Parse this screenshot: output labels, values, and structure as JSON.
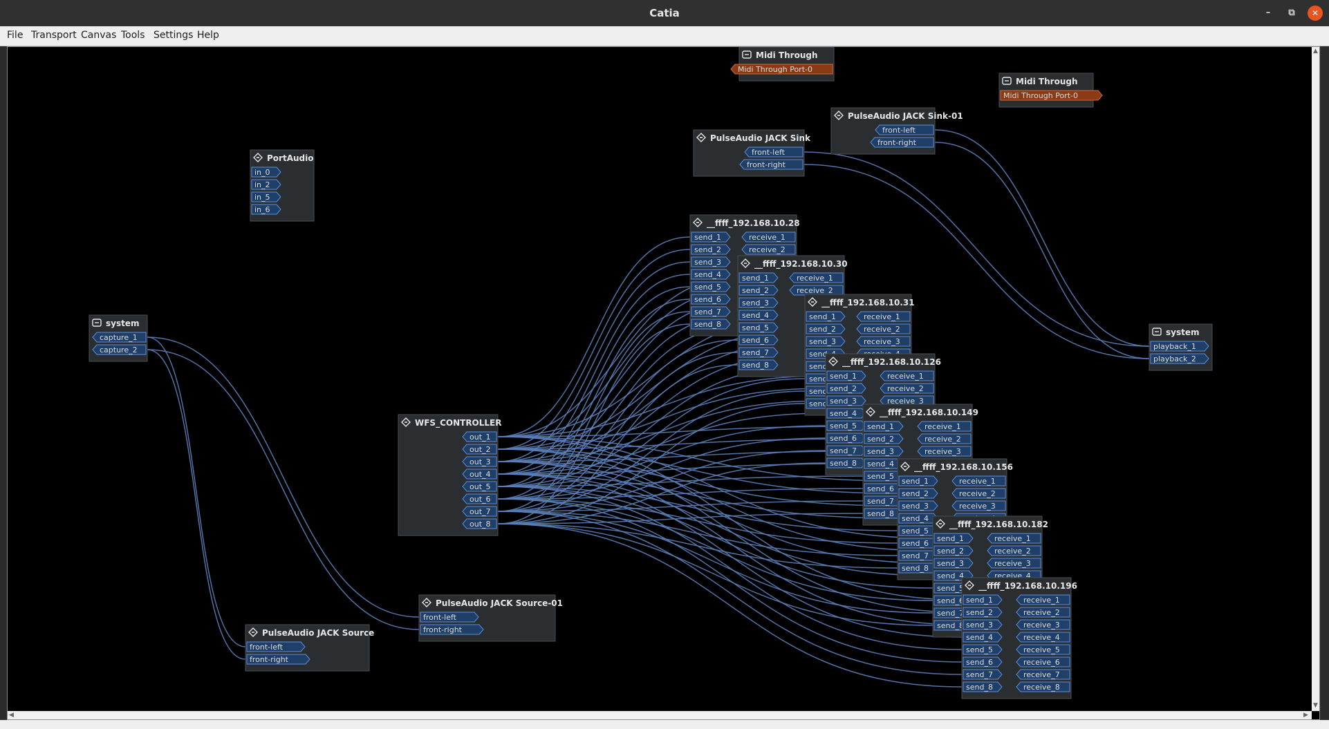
{
  "window": {
    "title": "Catia"
  },
  "menu": [
    "File",
    "Transport",
    "Canvas",
    "Tools",
    "Settings",
    "Help"
  ],
  "colors": {
    "canvas_bg": "#000000",
    "box_bg": "#2a2e31",
    "box_border": "#4a4e50",
    "audio_port": "#1f3f68",
    "audio_port_border": "#5d8ed8",
    "midi_port": "#8a3a14",
    "midi_port_border": "#c86a3a",
    "connection": "#5b7fb8",
    "title_text": "#e6e6e6",
    "port_text": "#dcdcdc"
  },
  "boxes": [
    {
      "id": "midi1",
      "title": "Midi Through",
      "icon": "hardware-icon",
      "outs": [
        "Midi Through Port-0"
      ],
      "ins": [],
      "port_type": "midi"
    },
    {
      "id": "midi2",
      "title": "Midi Through",
      "icon": "hardware-icon",
      "ins": [
        "Midi Through Port-0"
      ],
      "outs": [],
      "port_type": "midi"
    },
    {
      "id": "pasink01",
      "title": "PulseAudio JACK Sink-01",
      "icon": "app-icon",
      "outs": [
        "front-left",
        "front-right"
      ],
      "ins": []
    },
    {
      "id": "pasink",
      "title": "PulseAudio JACK Sink",
      "icon": "app-icon",
      "outs": [
        "front-left",
        "front-right"
      ],
      "ins": []
    },
    {
      "id": "portaudio",
      "title": "PortAudio",
      "icon": "app-icon",
      "ins": [
        "in_0",
        "in_2",
        "in_5",
        "in_6"
      ],
      "outs": []
    },
    {
      "id": "syscap",
      "title": "system",
      "icon": "hardware-icon",
      "outs": [
        "capture_1",
        "capture_2"
      ],
      "ins": []
    },
    {
      "id": "sysplay",
      "title": "system",
      "icon": "hardware-icon",
      "ins": [
        "playback_1",
        "playback_2"
      ],
      "outs": []
    },
    {
      "id": "wfs",
      "title": "WFS_CONTROLLER",
      "icon": "app-icon",
      "outs": [
        "out_1",
        "out_2",
        "out_3",
        "out_4",
        "out_5",
        "out_6",
        "out_7",
        "out_8"
      ],
      "ins": []
    },
    {
      "id": "n28",
      "title": "__ffff_192.168.10.28",
      "icon": "app-icon",
      "ins": [
        "send_1",
        "send_2",
        "send_3",
        "send_4",
        "send_5",
        "send_6",
        "send_7",
        "send_8"
      ],
      "outs": [
        "receive_1",
        "receive_2"
      ]
    },
    {
      "id": "n30",
      "title": "__ffff_192.168.10.30",
      "icon": "app-icon",
      "ins": [
        "send_1",
        "send_2",
        "send_3",
        "send_4",
        "send_5",
        "send_6",
        "send_7",
        "send_8"
      ],
      "outs": [
        "receive_1",
        "receive_2"
      ]
    },
    {
      "id": "n31",
      "title": "__ffff_192.168.10.31",
      "icon": "app-icon",
      "ins": [
        "send_1",
        "send_2",
        "send_3",
        "send_4",
        "send_5",
        "send_6",
        "send_7",
        "send_8"
      ],
      "outs": [
        "receive_1",
        "receive_2",
        "receive_3",
        "receive_4"
      ]
    },
    {
      "id": "n126",
      "title": "__ffff_192.168.10.126",
      "icon": "app-icon",
      "ins": [
        "send_1",
        "send_2",
        "send_3",
        "send_4",
        "send_5",
        "send_6",
        "send_7",
        "send_8"
      ],
      "outs": [
        "receive_1",
        "receive_2",
        "receive_3"
      ]
    },
    {
      "id": "n149",
      "title": "__ffff_192.168.10.149",
      "icon": "app-icon",
      "ins": [
        "send_1",
        "send_2",
        "send_3",
        "send_4",
        "send_5",
        "send_6",
        "send_7",
        "send_8"
      ],
      "outs": [
        "receive_1",
        "receive_2",
        "receive_3"
      ]
    },
    {
      "id": "n156",
      "title": "__ffff_192.168.10.156",
      "icon": "app-icon",
      "ins": [
        "send_1",
        "send_2",
        "send_3",
        "send_4",
        "send_5",
        "send_6",
        "send_7",
        "send_8"
      ],
      "outs": [
        "receive_1",
        "receive_2",
        "receive_3",
        "receive_4"
      ]
    },
    {
      "id": "n182",
      "title": "__ffff_192.168.10.182",
      "icon": "app-icon",
      "ins": [
        "send_1",
        "send_2",
        "send_3",
        "send_4",
        "send_5",
        "send_6",
        "send_7",
        "send_8"
      ],
      "outs": [
        "receive_1",
        "receive_2",
        "receive_3",
        "receive_4"
      ]
    },
    {
      "id": "n196",
      "title": "__ffff_192.168.10.196",
      "icon": "app-icon",
      "ins": [
        "send_1",
        "send_2",
        "send_3",
        "send_4",
        "send_5",
        "send_6",
        "send_7",
        "send_8"
      ],
      "outs": [
        "receive_1",
        "receive_2",
        "receive_3",
        "receive_4",
        "receive_5",
        "receive_6",
        "receive_7",
        "receive_8"
      ]
    },
    {
      "id": "pasrc01",
      "title": "PulseAudio JACK Source-01",
      "icon": "app-icon",
      "ins": [
        "front-left",
        "front-right"
      ],
      "outs": []
    },
    {
      "id": "pasrc",
      "title": "PulseAudio JACK Source",
      "icon": "app-icon",
      "ins": [
        "front-left",
        "front-right"
      ],
      "outs": []
    }
  ],
  "connections": [
    [
      "pasink01:out:0",
      "sysplay:in:0"
    ],
    [
      "pasink01:out:1",
      "sysplay:in:1"
    ],
    [
      "pasink:out:0",
      "sysplay:in:0"
    ],
    [
      "pasink:out:1",
      "sysplay:in:1"
    ],
    [
      "syscap:out:0",
      "pasrc01:in:0"
    ],
    [
      "syscap:out:1",
      "pasrc01:in:1"
    ],
    [
      "syscap:out:0",
      "pasrc:in:0"
    ],
    [
      "syscap:out:1",
      "pasrc:in:1"
    ]
  ],
  "wfs_fanout": {
    "source": "wfs",
    "targets": [
      "n28",
      "n30",
      "n31",
      "n126",
      "n149",
      "n156",
      "n182",
      "n196"
    ]
  }
}
